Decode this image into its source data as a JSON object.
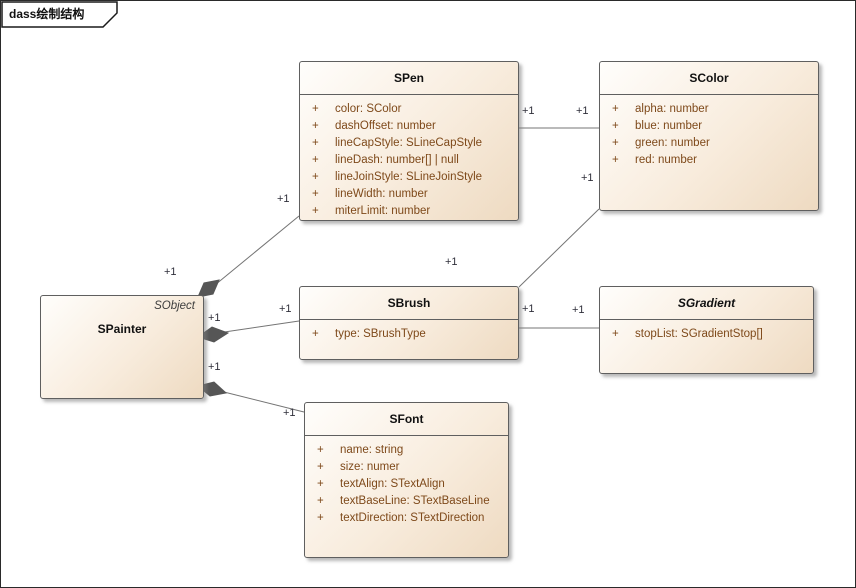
{
  "frame": {
    "label": "dass绘制结构"
  },
  "classes": {
    "spainter": {
      "name": "SPainter",
      "annotation": "SObject"
    },
    "spen": {
      "name": "SPen",
      "attributes": [
        {
          "vis": "+",
          "text": "color: SColor"
        },
        {
          "vis": "+",
          "text": "dashOffset: number"
        },
        {
          "vis": "+",
          "text": "lineCapStyle: SLineCapStyle"
        },
        {
          "vis": "+",
          "text": "lineDash: number[] | null"
        },
        {
          "vis": "+",
          "text": "lineJoinStyle: SLineJoinStyle"
        },
        {
          "vis": "+",
          "text": "lineWidth: number"
        },
        {
          "vis": "+",
          "text": "miterLimit: number"
        }
      ]
    },
    "scolor": {
      "name": "SColor",
      "attributes": [
        {
          "vis": "+",
          "text": "alpha: number"
        },
        {
          "vis": "+",
          "text": "blue: number"
        },
        {
          "vis": "+",
          "text": "green: number"
        },
        {
          "vis": "+",
          "text": "red: number"
        }
      ]
    },
    "sbrush": {
      "name": "SBrush",
      "attributes": [
        {
          "vis": "+",
          "text": "type: SBrushType"
        }
      ]
    },
    "sgradient": {
      "name": "SGradient",
      "attributes": [
        {
          "vis": "+",
          "text": "stopList: SGradientStop[]"
        }
      ]
    },
    "sfont": {
      "name": "SFont",
      "attributes": [
        {
          "vis": "+",
          "text": "name: string"
        },
        {
          "vis": "+",
          "text": "size: numer"
        },
        {
          "vis": "+",
          "text": "textAlign: STextAlign"
        },
        {
          "vis": "+",
          "text": "textBaseLine: STextBaseLine"
        },
        {
          "vis": "+",
          "text": "textDirection: STextDirection"
        }
      ]
    }
  },
  "relations": [
    {
      "id": "spainter-spen",
      "type": "composition",
      "start_label": "+1",
      "end_label": "+1"
    },
    {
      "id": "spainter-sbrush",
      "type": "composition",
      "start_label": "+1",
      "end_label": "+1"
    },
    {
      "id": "spainter-sfont",
      "type": "composition",
      "start_label": "+1",
      "end_label": "+1"
    },
    {
      "id": "spen-scolor",
      "type": "association",
      "start_label": "+1",
      "end_label": "+1"
    },
    {
      "id": "sbrush-scolor",
      "type": "association",
      "start_label": "+1",
      "end_label": "+1"
    },
    {
      "id": "sbrush-sgradient",
      "type": "association",
      "start_label": "+1",
      "end_label": "+1"
    }
  ],
  "colors": {
    "box_fill_light": "#FFFEFC",
    "box_fill_dark": "#EEDAC1",
    "box_border": "#5F5F5F",
    "title_text": "#111111",
    "attribute_text": "#7E491A",
    "relation_line": "#747474",
    "diamond_fill": "#565656",
    "multiplicity_text": "#2F2F3A",
    "annotation_text": "#3E3E3E"
  }
}
